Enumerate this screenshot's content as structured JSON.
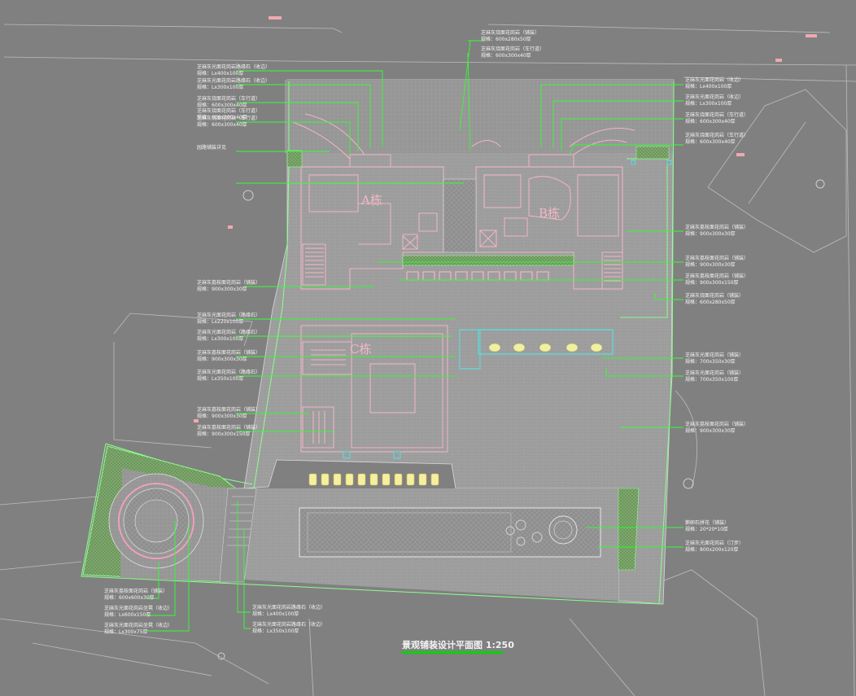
{
  "drawing_title": "景观铺装设计平面图 1:250",
  "buildings": [
    {
      "id": "a",
      "label": "A栋"
    },
    {
      "id": "b",
      "label": "B栋"
    },
    {
      "id": "c",
      "label": "C栋"
    }
  ],
  "colors": {
    "background": "#808080",
    "leader_green": "#33ff33",
    "boundary_green": "#8cff8c",
    "building_pink": "#f3b5c6",
    "water_cyan": "#54e0e0",
    "paving_grey": "#9b9b9b",
    "planting_green": "#7fae6a",
    "title_bar_green": "#00d600"
  },
  "callouts_left": [
    {
      "l1": "芝麻灰光面花岗岩路缘石（收边）",
      "l2": "规格：Lx400x100厚"
    },
    {
      "l1": "芝麻灰光面花岗岩路缘石（收边）",
      "l2": "规格：Lx300x100厚"
    },
    {
      "l1": "芝麻灰烧面花岗岩（车行道）",
      "l2": "规格：600x300x40厚"
    },
    {
      "l1": "芝麻灰烧面花岗岩（车行道）",
      "l2": "规格：600x300x40厚"
    },
    {
      "l1": "芝麻灰烧面花岗岩（车行道）",
      "l2": "规格：600x300x40厚"
    },
    {
      "l1": "园路铺装详见",
      "l2": ""
    },
    {
      "l1": "芝麻灰荔枝面花岗岩（铺装）",
      "l2": "规格：900x300x30厚"
    },
    {
      "l1": "芝麻灰光面花岗岩（路缘石）",
      "l2": "规格：Lx220x100厚"
    },
    {
      "l1": "芝麻灰光面花岗岩（路缘石）",
      "l2": "规格：Lx300x100厚"
    },
    {
      "l1": "芝麻灰荔枝面花岗岩（铺装）",
      "l2": "规格：900x300x30厚"
    },
    {
      "l1": "芝麻灰光面花岗岩（路缘石）",
      "l2": "规格：Lx350x100厚"
    },
    {
      "l1": "芝麻灰荔枝面花岗岩（铺装）",
      "l2": "规格：900x300x30厚"
    },
    {
      "l1": "芝麻灰荔枝面花岗岩（铺装）",
      "l2": "规格：900x300x150厚"
    }
  ],
  "callouts_top": [
    {
      "l1": "芝麻灰烧面花岗岩（铺装）",
      "l2": "规格：600x280x50厚"
    },
    {
      "l1": "芝麻灰烧面花岗岩（车行道）",
      "l2": "规格：600x300x40厚"
    }
  ],
  "callouts_right": [
    {
      "l1": "芝麻灰光面花岗岩（收边）",
      "l2": "规格：Lx400x100厚"
    },
    {
      "l1": "芝麻灰光面花岗岩（收边）",
      "l2": "规格：Lx300x100厚"
    },
    {
      "l1": "芝麻灰烧面花岗岩（车行道）",
      "l2": "规格：600x300x40厚"
    },
    {
      "l1": "芝麻灰烧面花岗岩（车行道）",
      "l2": "规格：600x300x40厚"
    },
    {
      "l1": "芝麻灰荔枝面花岗岩（铺装）",
      "l2": "规格：900x300x30厚"
    },
    {
      "l1": "芝麻灰荔枝面花岗岩（铺装）",
      "l2": "规格：900x300x30厚"
    },
    {
      "l1": "芝麻灰荔枝面花岗岩（铺装）",
      "l2": "规格：900x300x150厚"
    },
    {
      "l1": "芝麻灰烧面花岗岩（铺装）",
      "l2": "规格：600x280x50厚"
    },
    {
      "l1": "芝麻灰光面花岗岩（铺装）",
      "l2": "规格：700x350x30厚"
    },
    {
      "l1": "芝麻灰光面花岗岩（铺装）",
      "l2": "规格：700x350x100厚"
    },
    {
      "l1": "芝麻灰荔枝面花岗岩（铺装）",
      "l2": "规格：900x300x30厚"
    },
    {
      "l1": "鹅卵石拼花（铺装）",
      "l2": "规格：20*20*10厚"
    },
    {
      "l1": "芝麻灰光面花岗岩（汀步）",
      "l2": "规格：800x200x120厚"
    }
  ],
  "callouts_bottom_left": [
    {
      "l1": "芝麻灰荔枝面花岗岩（铺装）",
      "l2": "规格：600x600x30厚"
    },
    {
      "l1": "芝麻灰光面花岗岩坐凳（收边）",
      "l2": "规格：Lx600x150厚"
    },
    {
      "l1": "芝麻灰光面花岗岩坐凳（收边）",
      "l2": "规格：Lx300x75厚"
    }
  ],
  "callouts_bottom_mid": [
    {
      "l1": "芝麻灰光面花岗岩路缘石（收边）",
      "l2": "规格：Lx400x100厚"
    },
    {
      "l1": "芝麻灰光面花岗岩路缘石（收边）",
      "l2": "规格：Lx350x100厚"
    }
  ]
}
